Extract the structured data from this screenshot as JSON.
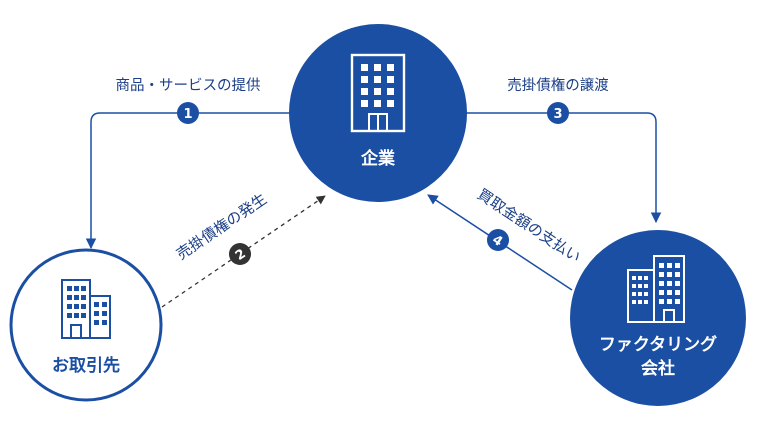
{
  "colors": {
    "primary": "#1a4fa3",
    "label": "#1b3f86",
    "dark_step": "#333333",
    "background": "#ffffff"
  },
  "nodes": {
    "company": {
      "label": "企業",
      "icon": "office-building-icon"
    },
    "client": {
      "label": "お取引先",
      "icon": "two-buildings-icon"
    },
    "factoring": {
      "label_line1": "ファクタリング",
      "label_line2": "会社",
      "icon": "two-buildings-icon"
    }
  },
  "steps": [
    {
      "number": "1",
      "label": "商品・サービスの提供"
    },
    {
      "number": "2",
      "label": "売掛債権の発生"
    },
    {
      "number": "3",
      "label": "売掛債権の譲渡"
    },
    {
      "number": "4",
      "label": "買取金額の支払い"
    }
  ]
}
